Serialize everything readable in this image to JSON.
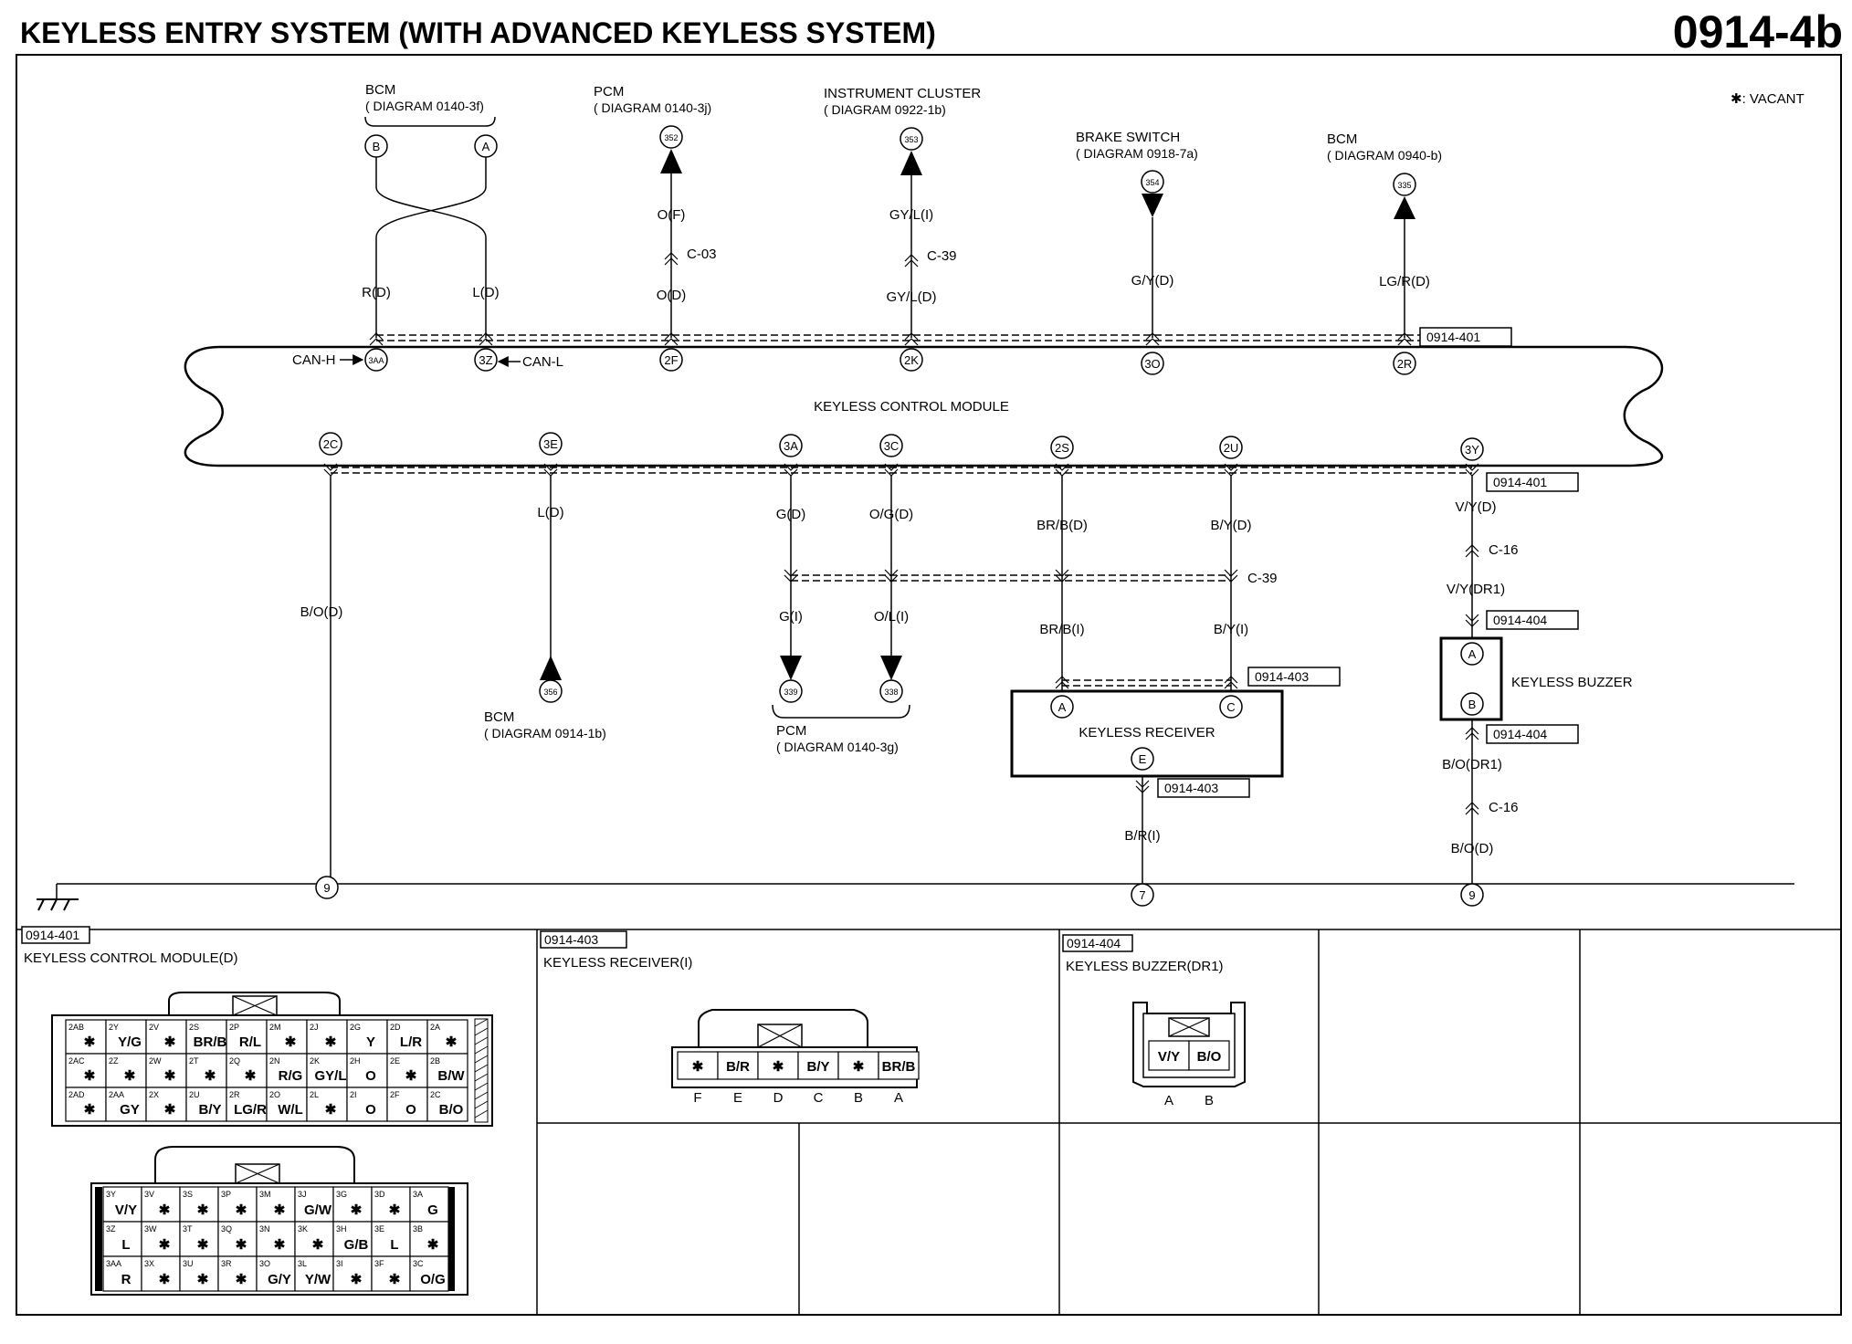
{
  "header": {
    "title": "KEYLESS ENTRY SYSTEM (WITH ADVANCED KEYLESS SYSTEM)",
    "code": "0914-4b"
  },
  "legend": {
    "vacant": "✱: VACANT"
  },
  "sources": {
    "bcm_top": {
      "name": "BCM",
      "ref": "( DIAGRAM 0140-3f)",
      "pin_b": "B",
      "pin_a": "A"
    },
    "pcm_top": {
      "name": "PCM",
      "ref": "( DIAGRAM 0140-3j)",
      "num": "352"
    },
    "cluster": {
      "name": "INSTRUMENT CLUSTER",
      "ref": "( DIAGRAM 0922-1b)",
      "num": "353"
    },
    "brake": {
      "name": "BRAKE SWITCH",
      "ref": "( DIAGRAM 0918-7a)",
      "num": "354"
    },
    "bcm_right": {
      "name": "BCM",
      "ref": "( DIAGRAM 0940-b)",
      "num": "335"
    },
    "bcm_bottom": {
      "name": "BCM",
      "ref": "( DIAGRAM 0914-1b)",
      "num": "356"
    },
    "pcm_bottom": {
      "name": "PCM",
      "ref": "( DIAGRAM 0140-3g)",
      "num1": "339",
      "num2": "338"
    }
  },
  "module": {
    "name": "KEYLESS CONTROL MODULE",
    "can_h": "CAN-H",
    "can_l": "CAN-L",
    "ref": "0914-401",
    "top_pins": [
      "3AA",
      "3Z",
      "2F",
      "2K",
      "3O",
      "2R"
    ],
    "bottom_pins": [
      "2C",
      "3E",
      "3A",
      "3C",
      "2S",
      "2U",
      "3Y"
    ]
  },
  "wires": {
    "w1": "R(D)",
    "w2": "L(D)",
    "w3a": "O(F)",
    "w3c": "C-03",
    "w3b": "O(D)",
    "w4a": "GY/L(I)",
    "w4c": "C-39",
    "w4b": "GY/L(D)",
    "w5": "G/Y(D)",
    "w6": "LG/R(D)",
    "b1": "B/O(D)",
    "b2": "L(D)",
    "b3a": "G(D)",
    "b3b": "G(I)",
    "b4a": "O/G(D)",
    "b4b": "O/L(I)",
    "b5a": "BR/B(D)",
    "b5b": "BR/B(I)",
    "b6a": "B/Y(D)",
    "b6b": "B/Y(I)",
    "c39": "C-39",
    "b7a": "V/Y(D)",
    "b7c": "C-16",
    "b7b": "V/Y(DR1)",
    "rx_out": "B/R(I)",
    "bz1": "B/O(DR1)",
    "bz_c": "C-16",
    "bz2": "B/O(D)"
  },
  "receiver": {
    "name": "KEYLESS RECEIVER",
    "ref": "0914-403",
    "pin_a": "A",
    "pin_c": "C",
    "pin_e": "E"
  },
  "buzzer": {
    "name": "KEYLESS BUZZER",
    "ref": "0914-404",
    "pin_a": "A",
    "pin_b": "B"
  },
  "grounds": {
    "g1": "9",
    "g2": "7",
    "g3": "9"
  },
  "connectors": {
    "kcm": {
      "ref": "0914-401",
      "title": "KEYLESS CONTROL MODULE(D)",
      "upper": [
        [
          [
            "2AB",
            "✱"
          ],
          [
            "2Y",
            "Y/G"
          ],
          [
            "2V",
            "✱"
          ],
          [
            "2S",
            "BR/B"
          ],
          [
            "2P",
            "R/L"
          ],
          [
            "2M",
            "✱"
          ],
          [
            "2J",
            "✱"
          ],
          [
            "2G",
            "Y"
          ],
          [
            "2D",
            "L/R"
          ],
          [
            "2A",
            "✱"
          ]
        ],
        [
          [
            "2AC",
            "✱"
          ],
          [
            "2Z",
            "✱"
          ],
          [
            "2W",
            "✱"
          ],
          [
            "2T",
            "✱"
          ],
          [
            "2Q",
            "✱"
          ],
          [
            "2N",
            "R/G"
          ],
          [
            "2K",
            "GY/L"
          ],
          [
            "2H",
            "O"
          ],
          [
            "2E",
            "✱"
          ],
          [
            "2B",
            "B/W"
          ]
        ],
        [
          [
            "2AD",
            "✱"
          ],
          [
            "2AA",
            "GY"
          ],
          [
            "2X",
            "✱"
          ],
          [
            "2U",
            "B/Y"
          ],
          [
            "2R",
            "LG/R"
          ],
          [
            "2O",
            "W/L"
          ],
          [
            "2L",
            "✱"
          ],
          [
            "2I",
            "O"
          ],
          [
            "2F",
            "O"
          ],
          [
            "2C",
            "B/O"
          ]
        ]
      ],
      "lower": [
        [
          [
            "3Y",
            "V/Y"
          ],
          [
            "3V",
            "✱"
          ],
          [
            "3S",
            "✱"
          ],
          [
            "3P",
            "✱"
          ],
          [
            "3M",
            "✱"
          ],
          [
            "3J",
            "G/W"
          ],
          [
            "3G",
            "✱"
          ],
          [
            "3D",
            "✱"
          ],
          [
            "3A",
            "G"
          ]
        ],
        [
          [
            "3Z",
            "L"
          ],
          [
            "3W",
            "✱"
          ],
          [
            "3T",
            "✱"
          ],
          [
            "3Q",
            "✱"
          ],
          [
            "3N",
            "✱"
          ],
          [
            "3K",
            "✱"
          ],
          [
            "3H",
            "G/B"
          ],
          [
            "3E",
            "L"
          ],
          [
            "3B",
            "✱"
          ]
        ],
        [
          [
            "3AA",
            "R"
          ],
          [
            "3X",
            "✱"
          ],
          [
            "3U",
            "✱"
          ],
          [
            "3R",
            "✱"
          ],
          [
            "3O",
            "G/Y"
          ],
          [
            "3L",
            "Y/W"
          ],
          [
            "3I",
            "✱"
          ],
          [
            "3F",
            "✱"
          ],
          [
            "3C",
            "O/G"
          ]
        ]
      ]
    },
    "rx": {
      "ref": "0914-403",
      "title": "KEYLESS RECEIVER(I)",
      "cells": [
        "✱",
        "B/R",
        "✱",
        "B/Y",
        "✱",
        "BR/B"
      ],
      "letters": [
        "F",
        "E",
        "D",
        "C",
        "B",
        "A"
      ]
    },
    "bz": {
      "ref": "0914-404",
      "title": "KEYLESS BUZZER(DR1)",
      "cells": [
        "V/Y",
        "B/O"
      ],
      "letters": [
        "A",
        "B"
      ]
    }
  }
}
